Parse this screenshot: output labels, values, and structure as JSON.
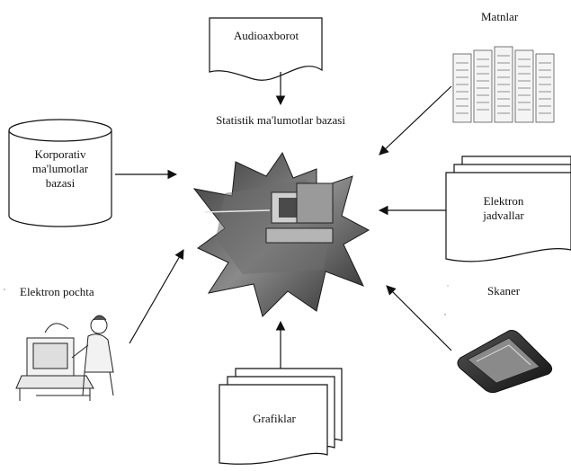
{
  "diagram": {
    "center": {
      "label": "Statistik ma'lumotlar bazasi"
    },
    "sources": {
      "audio": {
        "label": "Audioaxborot"
      },
      "texts": {
        "label": "Matnlar"
      },
      "corporate": {
        "line1": "Korporativ",
        "line2": "ma'lumotlar",
        "line3": "bazasi"
      },
      "spreadsheet": {
        "line1": "Elektron",
        "line2": "jadvallar"
      },
      "email": {
        "label": "Elektron pochta"
      },
      "scanner": {
        "label": "Skaner"
      },
      "graphics": {
        "label": "Grafiklar"
      }
    }
  }
}
